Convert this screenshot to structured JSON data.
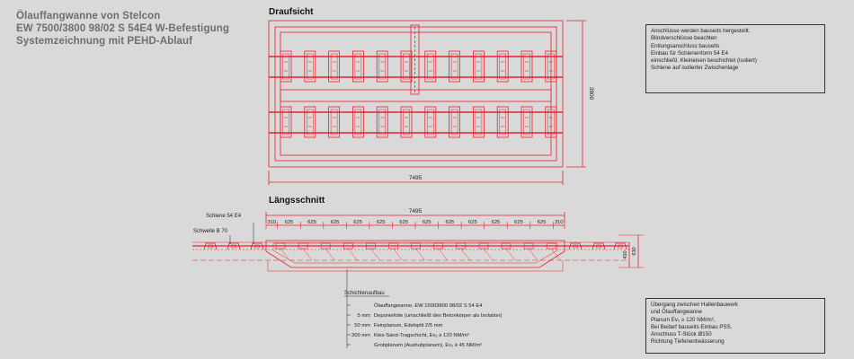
{
  "title": [
    "Ölauffangwanne von Stelcon",
    "EW 7500/3800  98/02 S 54E4 W-Befestigung",
    "Systemzeichnung mit PEHD-Ablauf"
  ],
  "plan_view": {
    "heading": "Draufsicht",
    "dim_width": "7495",
    "dim_height": "3800"
  },
  "section_view": {
    "heading": "Längsschnitt",
    "dim_total": "7495",
    "segment_dims": [
      "310",
      "625",
      "625",
      "625",
      "625",
      "625",
      "625",
      "625",
      "625",
      "625",
      "625",
      "625",
      "625",
      "310"
    ],
    "dim_450": "450",
    "dim_630": "630",
    "label_rail": "Schiene 54 E4",
    "label_sleeper": "Schwelle B 70"
  },
  "layers": {
    "heading": "Schichtenaufbau",
    "rows": [
      {
        "thickness": "",
        "text": "Ölauffangwanne, EW 15003800 98/02 S 54 E4"
      },
      {
        "thickness": "5 mm",
        "text": "Deponiefolie (umschließt den Betonkörper als Isolation)"
      },
      {
        "thickness": "50 mm",
        "text": "Feinplanum, Edelsplit 2/5 mm"
      },
      {
        "thickness": "300 mm",
        "text": "Kies-Sand-Tragschicht, Ev₂ ≥  120 NM/m²"
      },
      {
        "thickness": "",
        "text": "Grobplanum (Aushubplanum), Ev₂ ≥  45 NM/m²"
      }
    ]
  },
  "note_top": [
    "Anschlüsse werden bauseits hergestellt.",
    "Blindverschlüsse beachten",
    "Entlungsanschluss bauseits",
    "Einbau für Schienenform  54 E4",
    "einschließl. Kleineisen beschichtet (isoliert)",
    "Schiene auf isolierter Zwischenlage"
  ],
  "note_bottom": [
    "Übergang zwischen Hallenbauwerk",
    "und Ölauffangwanne",
    "Planum Ev₂ ≥  120 NM/m²,",
    "Bei Bedarf bauseits Einbau PSS.",
    "Anschluss T-Stück Ø150",
    "Richtung Tiefenentwässerung"
  ],
  "colors": {
    "drawing_red": "#e8202a",
    "background": "#d9d9d9",
    "title_gray": "#6e6e6e"
  }
}
